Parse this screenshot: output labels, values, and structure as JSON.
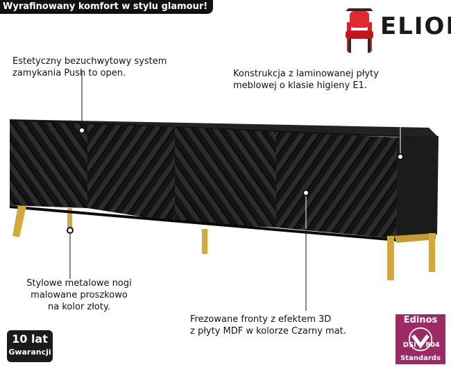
{
  "banner": {
    "text": "Wyrafinowany komfort w stylu glamour!"
  },
  "brand": {
    "name": "ELIOR",
    "icon": "chair-icon"
  },
  "annotations": {
    "push_to_open": [
      "Estetyczny bezuchwytowy system",
      "zamykania Push to open."
    ],
    "construction": [
      "Konstrukcja z laminowanej płyty",
      "meblowej o klasie higieny E1."
    ],
    "legs": [
      "Stylowe metalowe nogi",
      "malowane proszkowo",
      "na kolor złoty."
    ],
    "fronts": [
      "Frezowane fronty z efektem 3D",
      "z płyty MDF w kolorze Czarny mat."
    ]
  },
  "warranty": {
    "line1": "10 lat",
    "line2": "Gwarancji"
  },
  "certificate": {
    "brand": "Edinos",
    "dsi": "DSI",
    "code": "804",
    "label": "Standards"
  },
  "colors": {
    "accent": "#9c2a65",
    "body": "#151515",
    "gold": "#d4a93c",
    "chair_red": "#d2232a"
  }
}
